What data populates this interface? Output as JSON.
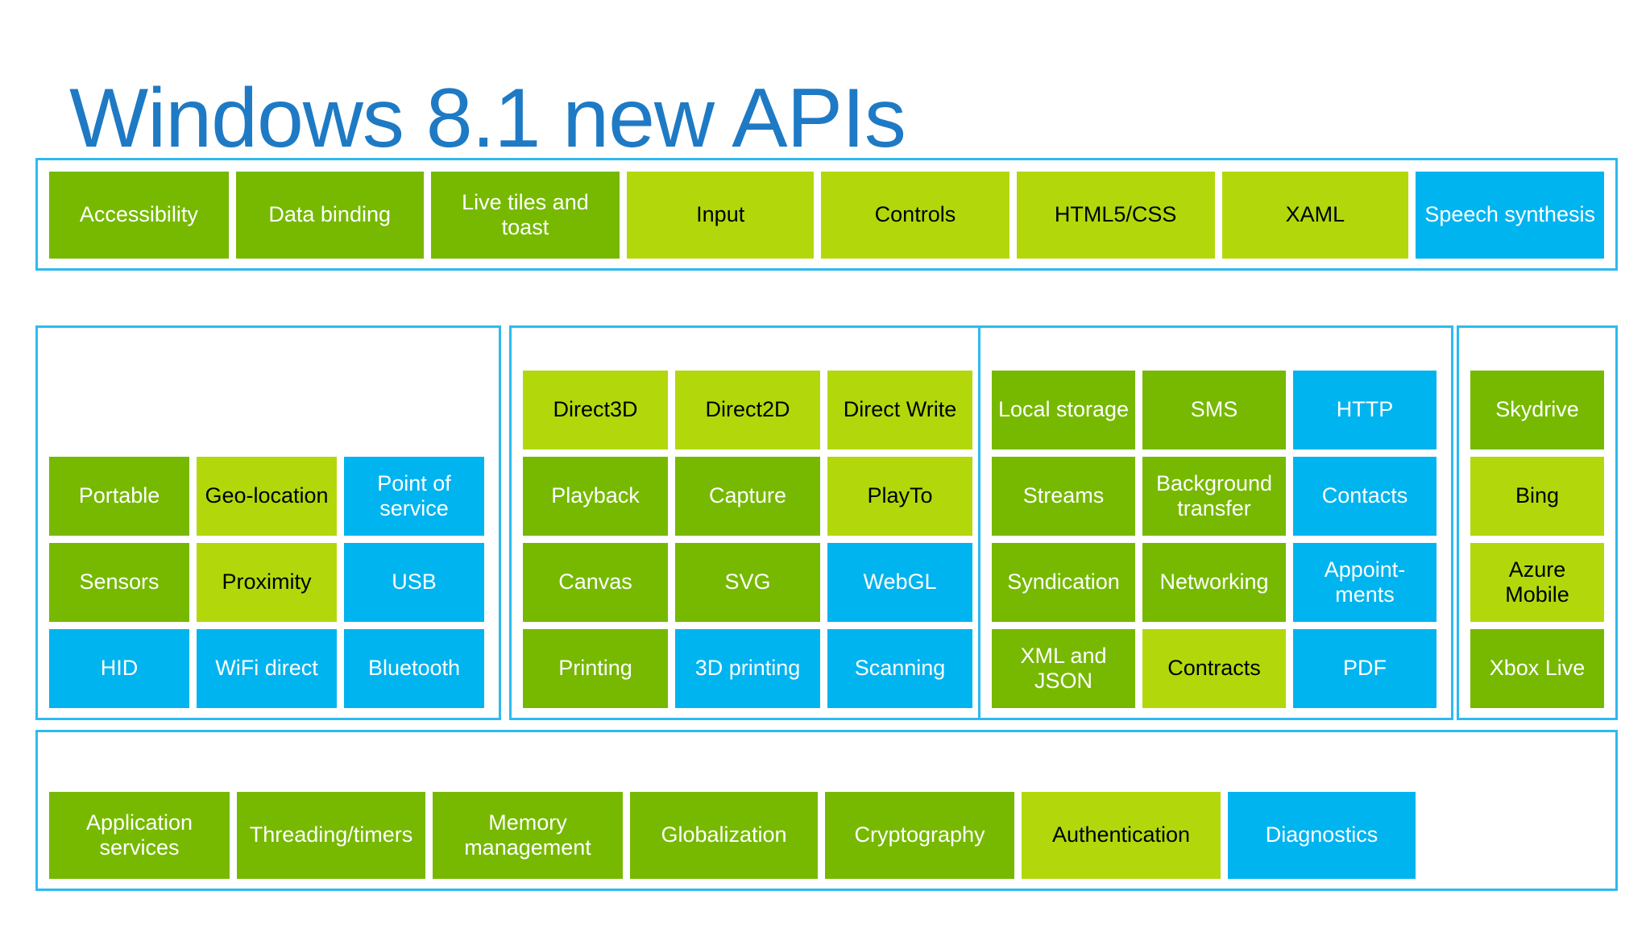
{
  "slide": {
    "title": "Windows 8.1 new APIs",
    "title_color": "#1E7AC4",
    "background": "#ffffff"
  },
  "colors": {
    "green": "#76B900",
    "lime": "#B2D80C",
    "blue": "#00B4EF",
    "panel_border": "#2EBAF0",
    "text_on_green": "#ffffff",
    "text_on_lime": "#000000",
    "text_on_blue": "#ffffff"
  },
  "panels": {
    "top": {
      "tiles": [
        {
          "label": "Accessibility",
          "color": "green"
        },
        {
          "label": "Data binding",
          "color": "green"
        },
        {
          "label": "Live tiles and toast",
          "color": "green"
        },
        {
          "label": "Input",
          "color": "lime"
        },
        {
          "label": "Controls",
          "color": "lime"
        },
        {
          "label": "HTML5/CSS",
          "color": "lime"
        },
        {
          "label": "XAML",
          "color": "lime"
        },
        {
          "label": "Speech synthesis",
          "color": "blue"
        }
      ]
    },
    "devices": {
      "rows": [
        [
          {
            "label": "Portable",
            "color": "green"
          },
          {
            "label": "Geo-location",
            "color": "lime"
          },
          {
            "label": "Point of service",
            "color": "blue"
          }
        ],
        [
          {
            "label": "Sensors",
            "color": "green"
          },
          {
            "label": "Proximity",
            "color": "lime"
          },
          {
            "label": "USB",
            "color": "blue"
          }
        ],
        [
          {
            "label": "HID",
            "color": "blue"
          },
          {
            "label": "WiFi direct",
            "color": "blue"
          },
          {
            "label": "Bluetooth",
            "color": "blue"
          }
        ]
      ]
    },
    "graphics": {
      "rows": [
        [
          {
            "label": "Direct3D",
            "color": "lime"
          },
          {
            "label": "Direct2D",
            "color": "lime"
          },
          {
            "label": "Direct Write",
            "color": "lime"
          }
        ],
        [
          {
            "label": "Playback",
            "color": "green"
          },
          {
            "label": "Capture",
            "color": "green"
          },
          {
            "label": "PlayTo",
            "color": "lime"
          }
        ],
        [
          {
            "label": "Canvas",
            "color": "green"
          },
          {
            "label": "SVG",
            "color": "green"
          },
          {
            "label": "WebGL",
            "color": "blue"
          }
        ],
        [
          {
            "label": "Printing",
            "color": "green"
          },
          {
            "label": "3D printing",
            "color": "blue"
          },
          {
            "label": "Scanning",
            "color": "blue"
          }
        ]
      ]
    },
    "data": {
      "rows": [
        [
          {
            "label": "Local storage",
            "color": "green"
          },
          {
            "label": "SMS",
            "color": "green"
          },
          {
            "label": "HTTP",
            "color": "blue"
          }
        ],
        [
          {
            "label": "Streams",
            "color": "green"
          },
          {
            "label": "Background transfer",
            "color": "green"
          },
          {
            "label": "Contacts",
            "color": "blue"
          }
        ],
        [
          {
            "label": "Syndication",
            "color": "green"
          },
          {
            "label": "Networking",
            "color": "green"
          },
          {
            "label": "Appoint-ments",
            "color": "blue"
          }
        ],
        [
          {
            "label": "XML and JSON",
            "color": "green"
          },
          {
            "label": "Contracts",
            "color": "lime"
          },
          {
            "label": "PDF",
            "color": "blue"
          }
        ]
      ]
    },
    "services": {
      "rows": [
        [
          {
            "label": "Skydrive",
            "color": "green"
          }
        ],
        [
          {
            "label": "Bing",
            "color": "lime"
          }
        ],
        [
          {
            "label": "Azure Mobile",
            "color": "lime"
          }
        ],
        [
          {
            "label": "Xbox Live",
            "color": "green"
          }
        ]
      ]
    },
    "bottom": {
      "tiles": [
        {
          "label": "Application services",
          "color": "green"
        },
        {
          "label": "Threading/timers",
          "color": "green"
        },
        {
          "label": "Memory management",
          "color": "green"
        },
        {
          "label": "Globalization",
          "color": "green"
        },
        {
          "label": "Cryptography",
          "color": "green"
        },
        {
          "label": "Authentication",
          "color": "lime"
        },
        {
          "label": "Diagnostics",
          "color": "blue"
        }
      ]
    }
  }
}
